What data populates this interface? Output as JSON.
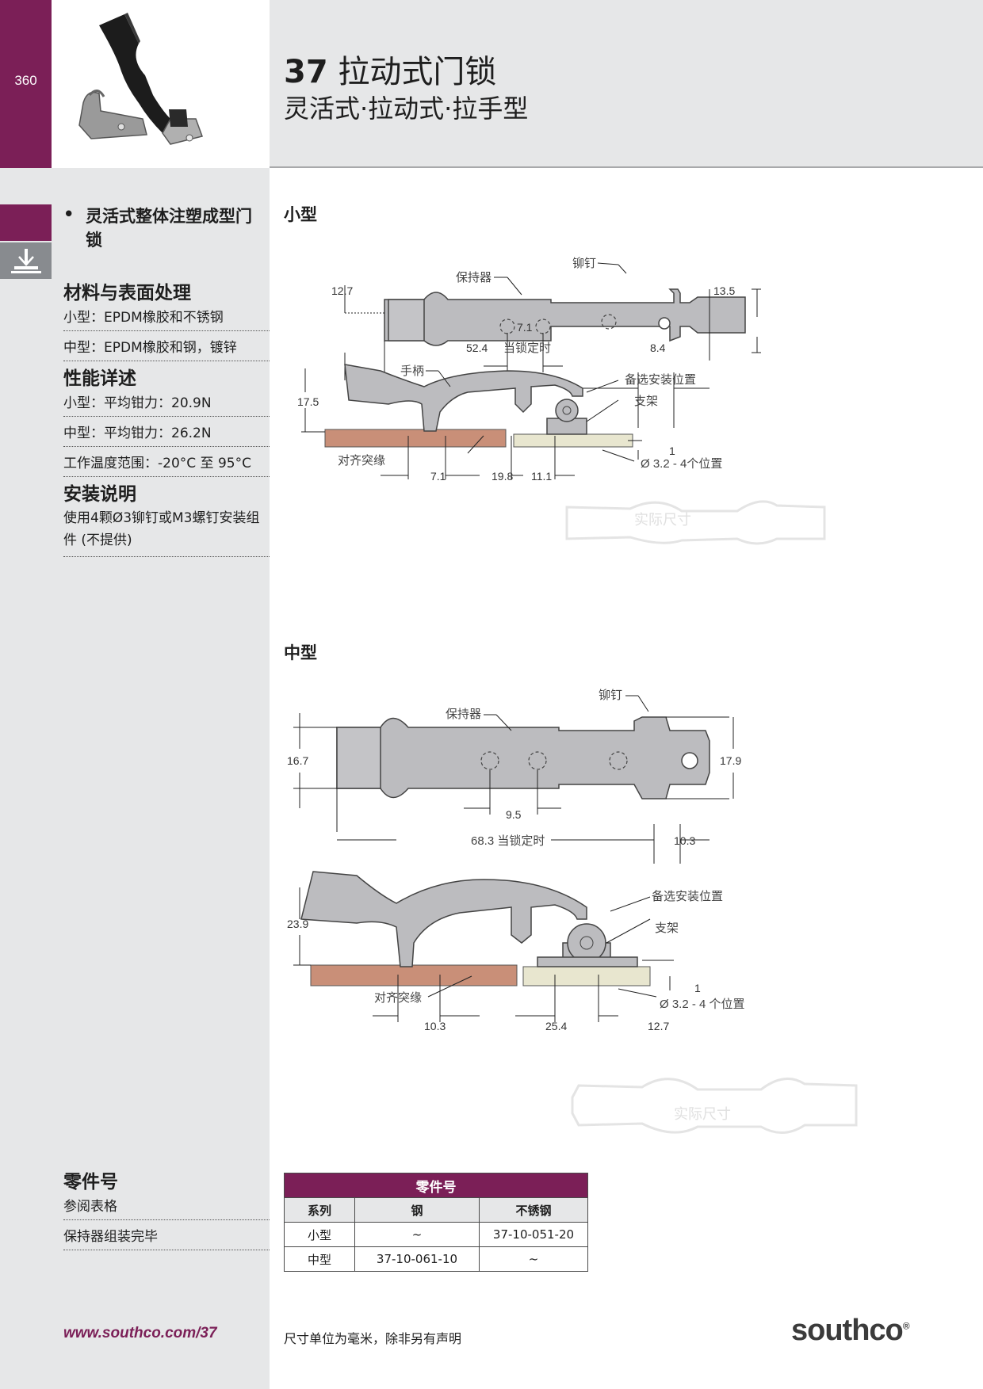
{
  "page_number": "360",
  "header": {
    "title_num": "37",
    "title_text": "拉动式门锁",
    "subtitle": "灵活式·拉动式·拉手型"
  },
  "sidebar": {
    "bullet": "灵活式整体注塑成型门锁",
    "materials_heading": "材料与表面处理",
    "materials": [
      "小型：EPDM橡胶和不锈钢",
      "中型：EPDM橡胶和钢，镀锌"
    ],
    "performance_heading": "性能详述",
    "performance": [
      "小型：平均钳力：20.9N",
      "中型：平均钳力：26.2N",
      "工作温度范围：-20°C 至 95°C"
    ],
    "install_heading": "安装说明",
    "install_text": "使用4颗Ø3铆钉或M3螺钉安装组件 (不提供)",
    "parts_heading": "零件号",
    "parts_rows": [
      "参阅表格",
      "保持器组装完毕"
    ]
  },
  "small": {
    "title": "小型",
    "labels": {
      "rivet": "铆钉",
      "retainer": "保持器",
      "handle": "手柄",
      "alt_mount": "备选安装位置",
      "bracket": "支架",
      "align": "对齐突缘",
      "when_locked": "当锁定时",
      "holes": "Ø 3.2 - 4个位置",
      "actual": "实际尺寸"
    },
    "dims": {
      "h1": "12.7",
      "h2": "13.5",
      "d1": "7.1",
      "len": "52.4",
      "d2": "8.4",
      "h3": "17.5",
      "one": "1",
      "b1": "7.1",
      "b2": "19.8",
      "b3": "11.1"
    }
  },
  "medium": {
    "title": "中型",
    "labels": {
      "rivet": "铆钉",
      "retainer": "保持器",
      "alt_mount": "备选安装位置",
      "bracket": "支架",
      "align": "对齐突缘",
      "when_locked": "68.3 当锁定时",
      "holes": "Ø 3.2 - 4 个位置",
      "actual": "实际尺寸"
    },
    "dims": {
      "h1": "16.7",
      "h2": "17.9",
      "d1": "9.5",
      "d2": "10.3",
      "h3": "23.9",
      "one": "1",
      "b1": "10.3",
      "b2": "25.4",
      "b3": "12.7"
    }
  },
  "table": {
    "title": "零件号",
    "headers": [
      "系列",
      "钢",
      "不锈钢"
    ],
    "rows": [
      [
        "小型",
        "~",
        "37-10-051-20"
      ],
      [
        "中型",
        "37-10-061-10",
        "~"
      ]
    ]
  },
  "footer": {
    "url": "www.southco.com/37",
    "note": "尺寸单位为毫米，除非另有声明",
    "brand": "southco",
    "brand_mark": "®"
  },
  "colors": {
    "accent": "#7b1f57",
    "sidebar_gray": "#e6e7e8",
    "panel_brown": "#c98f78",
    "panel_beige": "#e8e6cf",
    "latch_gray": "#bcbcbf"
  }
}
